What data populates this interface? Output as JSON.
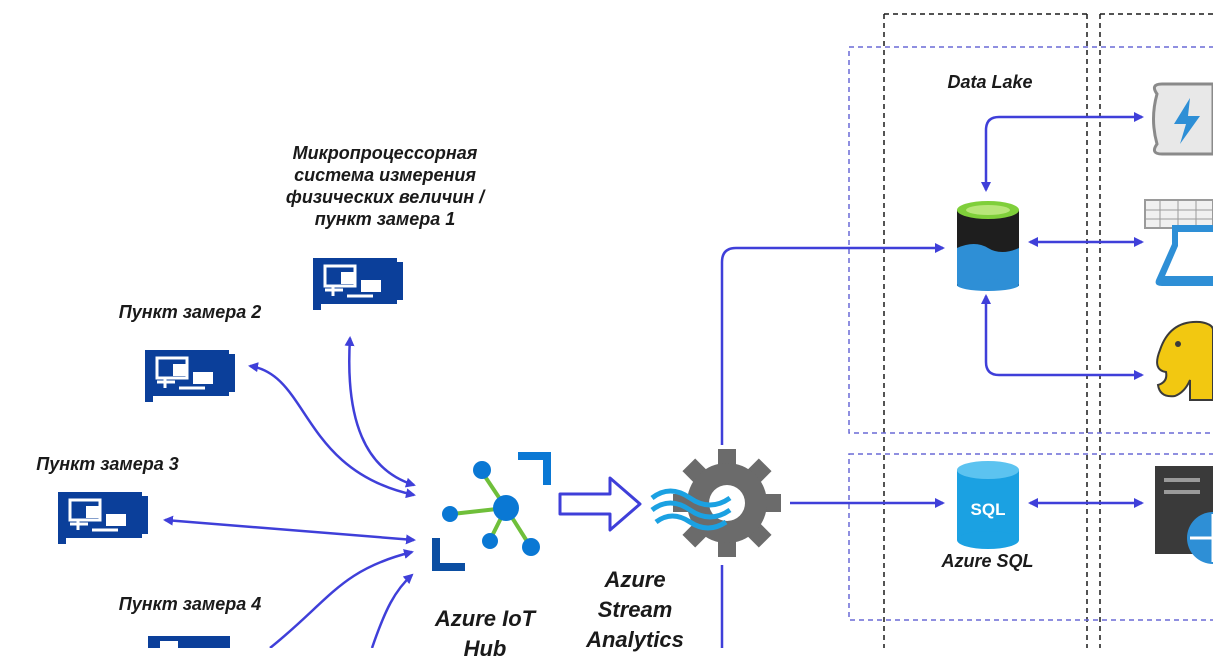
{
  "labels": {
    "sensor_1": [
      "Микропроцессорная",
      "система измерения",
      "физических величин /",
      "пункт замера 1"
    ],
    "sensor_2": "Пункт замера 2",
    "sensor_3": "Пункт замера 3",
    "sensor_4": "Пункт замера 4",
    "iot_hub": [
      "Azure IoT",
      "Hub"
    ],
    "stream_analytics": [
      "Azure",
      "Stream",
      "Analytics"
    ],
    "data_lake": "Data Lake",
    "azure_sql": "Azure SQL",
    "sql_icon_text": "SQL"
  },
  "colors": {
    "arrow": "#3f3fd9",
    "dashed_black": "#1a1a1a",
    "dashed_blue": "#6a6ad6",
    "board_blue": "#0b3f9a",
    "azure_blue": "#0a78d4",
    "azure_dark": "#0b4ea2",
    "gear_gray": "#6b6b6b",
    "sql_blue": "#1ba1e2",
    "lake_green": "#7fcf3a",
    "hadoop_yellow": "#f2c811"
  }
}
